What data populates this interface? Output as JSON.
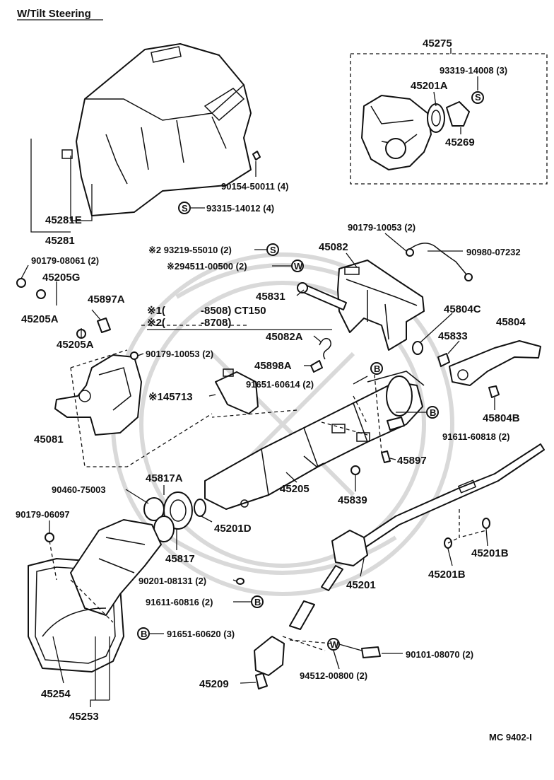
{
  "title": "W/Tilt Steering",
  "code": "MC 9402-I",
  "notes": {
    "n1_mark": "※1(",
    "n1_range": "-8508) CT150",
    "n2_mark": "※2(",
    "n2_range": "-8708)"
  },
  "symbols": {
    "S": "S",
    "W": "W",
    "B": "B"
  },
  "labels": {
    "p45275": "45275",
    "p93319": "93319-14008 (3)",
    "p45201A": "45201A",
    "p45269": "45269",
    "p90154": "90154-50011 (4)",
    "p93315": "93315-14012 (4)",
    "p45281E": "45281E",
    "p45281": "45281",
    "p93219": "※2 93219-55010 (2)",
    "p94511": "※294511-00500 (2)",
    "p90179_10053_top": "90179-10053 (2)",
    "p45082": "45082",
    "p90980": "90980-07232",
    "p90179_08061": "90179-08061 (2)",
    "p45205G": "45205G",
    "p45205A_l": "45205A",
    "p45897A": "45897A",
    "p45205A_r": "45205A",
    "p45831": "45831",
    "p45804C": "45804C",
    "p45804": "45804",
    "p45082A": "45082A",
    "p45833": "45833",
    "p90179_10053_mid": "90179-10053 (2)",
    "p45898A": "45898A",
    "p91651_60614": "91651-60614 (2)",
    "p145713": "※145713",
    "p45804B": "45804B",
    "p45081": "45081",
    "p91611_60818": "91611-60818 (2)",
    "p45897": "45897",
    "p45817A": "45817A",
    "p90460": "90460-75003",
    "p45205": "45205",
    "p45839": "45839",
    "p90179_06097": "90179-06097",
    "p45201D": "45201D",
    "p45817": "45817",
    "p45201B_r": "45201B",
    "p45201B_l": "45201B",
    "p90201": "90201-08131 (2)",
    "p45201": "45201",
    "p91611_60816": "91611-60816 (2)",
    "p91651_60620": "91651-60620 (3)",
    "p90101": "90101-08070 (2)",
    "p94512": "94512-00800 (2)",
    "p45254": "45254",
    "p45209": "45209",
    "p45253": "45253"
  }
}
